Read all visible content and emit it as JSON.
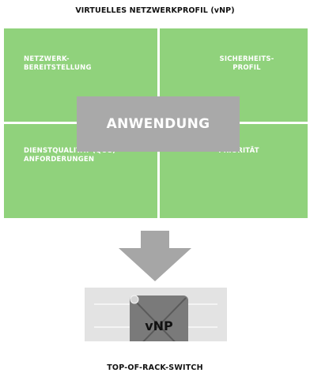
{
  "title": "VIRTUELLES NETZWERKPROFIL (vNP)",
  "quadrants": {
    "top_left": "NETZWERK-\nBEREITSTELLUNG",
    "top_right": "SICHERHEITS-\nPROFIL",
    "bottom_left": "DIENSTQUALITÄT (QOS)-\nANFORDERUNGEN",
    "bottom_right": "PRIORITÄT"
  },
  "center_label": "ANWENDUNG",
  "switch": {
    "vnp_label": "vNP",
    "caption": "TOP-OF-RACK-SWITCH"
  },
  "colors": {
    "grid_green": "#90d27c",
    "center_gray": "#a9a9a9",
    "arrow_gray": "#a6a6a6",
    "switch_bg": "#e3e3e3",
    "vnp_box": "#7a7a7a"
  }
}
